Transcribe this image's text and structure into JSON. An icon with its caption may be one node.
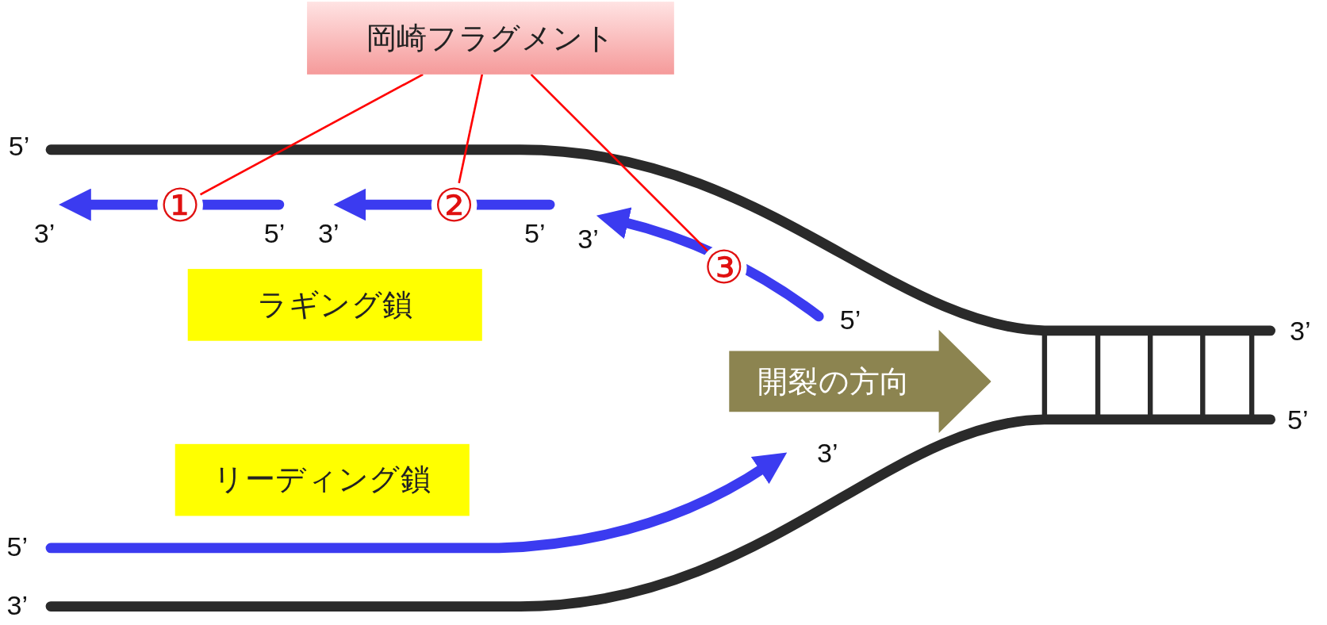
{
  "diagram": {
    "nodes": [
      {
        "text": [
          "岡崎フラグメント"
        ]
      },
      {
        "text": [
          "①"
        ]
      },
      {
        "text": [
          "②"
        ]
      },
      {
        "text": [
          "③"
        ]
      },
      {
        "text": [
          "ラギング鎖"
        ]
      },
      {
        "text": [
          "リーディング鎖"
        ]
      },
      {
        "text": [
          "開裂の方向"
        ]
      }
    ],
    "edges": [
      {
        "from": 0,
        "to": 1,
        "arrow": "none"
      },
      {
        "from": 0,
        "to": 2,
        "arrow": "none"
      },
      {
        "from": 0,
        "to": 3,
        "arrow": "none"
      }
    ],
    "labels": [
      "5’",
      "3’",
      "5’",
      "3’",
      "5’",
      "3’",
      "5’",
      "3’",
      "5’",
      "3’",
      "5’",
      "3’"
    ]
  }
}
